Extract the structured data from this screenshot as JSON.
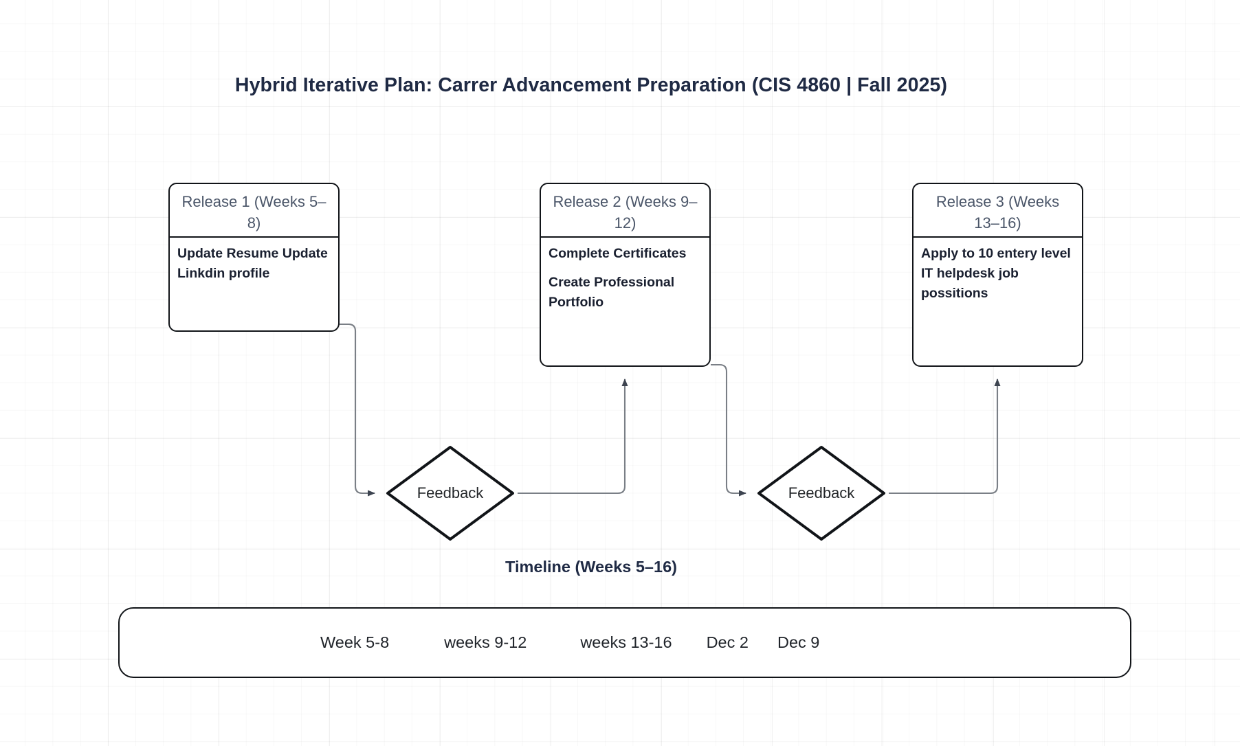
{
  "diagram": {
    "title": "Hybrid Iterative Plan: Carrer Advancement Preparation (CIS 4860 | Fall 2025)",
    "accent_color": "#1f2a44",
    "stroke_color": "#111418",
    "connector_color": "#6b7177",
    "header_text_color": "#4a5568"
  },
  "releases": [
    {
      "header": "Release 1 (Weeks 5–8)",
      "items": [
        "Update Resume Update Linkdin profile"
      ]
    },
    {
      "header": "Release 2 (Weeks 9–12)",
      "items": [
        "Complete Certificates",
        "Create Professional Portfolio"
      ]
    },
    {
      "header": "Release 3 (Weeks 13–16)",
      "items": [
        "Apply to 10 entery level IT helpdesk job possitions"
      ]
    }
  ],
  "feedback_nodes": [
    {
      "label": "Feedback"
    },
    {
      "label": "Feedback"
    }
  ],
  "timeline": {
    "label": "Timeline (Weeks 5–16)",
    "ticks": [
      "Week 5-8",
      "weeks 9-12",
      "weeks 13-16",
      "Dec 2",
      "Dec 9"
    ]
  }
}
